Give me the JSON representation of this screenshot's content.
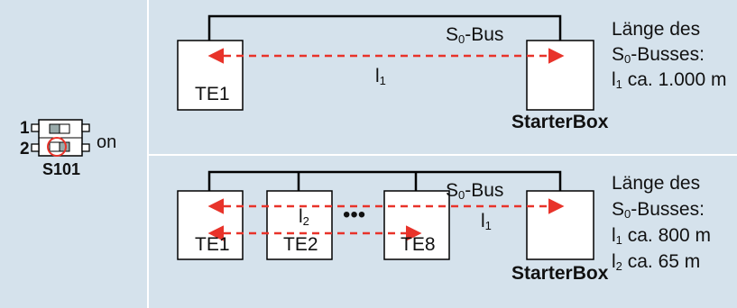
{
  "switch": {
    "pos1": "1",
    "pos2": "2",
    "state_label": "on",
    "name": "S101"
  },
  "top": {
    "terminal": "TE1",
    "bus_label": "S",
    "bus_sub": "0",
    "bus_suffix": "-Bus",
    "distance": "l",
    "distance_sub": "1",
    "starterbox": "StarterBox",
    "note_line1": "Länge des",
    "note_line2_prefix": "S",
    "note_line2_sub": "0",
    "note_line2_suffix": "-Busses:",
    "note_line3_prefix": "l",
    "note_line3_sub": "1",
    "note_line3_suffix": " ca. 1.000 m"
  },
  "bottom": {
    "terminal1": "TE1",
    "terminal2": "TE2",
    "terminal8": "TE8",
    "dots": "•••",
    "bus_label": "S",
    "bus_sub": "0",
    "bus_suffix": "-Bus",
    "distance_long": "l",
    "distance_long_sub": "1",
    "distance_short": "l",
    "distance_short_sub": "2",
    "starterbox": "StarterBox",
    "note_line1": "Länge des",
    "note_line2_prefix": "S",
    "note_line2_sub": "0",
    "note_line2_suffix": "-Busses:",
    "note_line3_prefix": "l",
    "note_line3_sub": "1",
    "note_line3_suffix": " ca. 800 m",
    "note_line4_prefix": "l",
    "note_line4_sub": "2",
    "note_line4_suffix": " ca. 65 m"
  },
  "colors": {
    "background": "#d5e2ec",
    "box_fill": "#ffffff",
    "line": "#000000",
    "arrow": "#e8332a"
  }
}
